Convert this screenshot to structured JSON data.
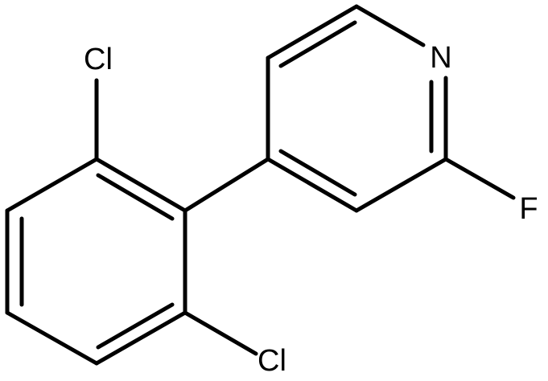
{
  "molecule": {
    "atoms": {
      "cl_top": "Cl",
      "cl_bottom": "Cl",
      "n": "N",
      "f": "F"
    },
    "colors": {
      "background": "#ffffff",
      "bond": "#000000",
      "label": "#000000"
    }
  }
}
